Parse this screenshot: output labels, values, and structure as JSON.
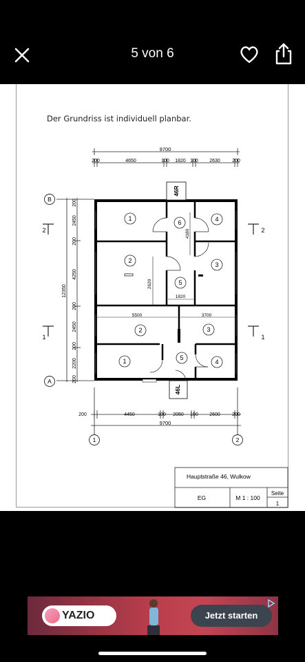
{
  "header": {
    "title": "5 von 6",
    "close_icon": "close-icon",
    "like_icon": "heart-icon",
    "share_icon": "share-icon"
  },
  "document": {
    "caption": "Der Grundriss ist individuell planbar.",
    "plan": {
      "dims_top_total": "9700",
      "dims_top": [
        "200",
        "4650",
        "100",
        "1820",
        "100",
        "2630",
        "200"
      ],
      "dims_bottom": [
        "200",
        "4450",
        "100",
        "2050",
        "100",
        "2600",
        "200"
      ],
      "dims_bottom_total": "9700",
      "dims_left": [
        "200",
        "2450",
        "200",
        "4250",
        "200",
        "2450",
        "200",
        "2200",
        "200"
      ],
      "dims_left_total": "12350",
      "axis_labels": [
        "B",
        "A",
        "1",
        "2"
      ],
      "section_labels": [
        "2",
        "2",
        "1",
        "1"
      ],
      "room_numbers_upper": [
        "1",
        "6",
        "4",
        "2",
        "3",
        "5"
      ],
      "room_numbers_lower": [
        "2",
        "3",
        "1",
        "5",
        "4"
      ],
      "inner_dims": {
        "stair_width_upper": "1820",
        "stair_length_upper": "2620",
        "corridor_height": "4180",
        "room_left_width": "5500",
        "room_right_width": "3700"
      },
      "stair_labels": [
        "46R",
        "46L"
      ]
    },
    "title_block": {
      "address": "Hauptstraße 46, Wulkow",
      "floor": "EG",
      "scale": "M 1 : 100",
      "page_label": "Seite",
      "page_number": "1"
    }
  },
  "ad": {
    "brand": "YAZIO",
    "cta": "Jetzt starten",
    "info_icon": "ad-choices-icon"
  }
}
